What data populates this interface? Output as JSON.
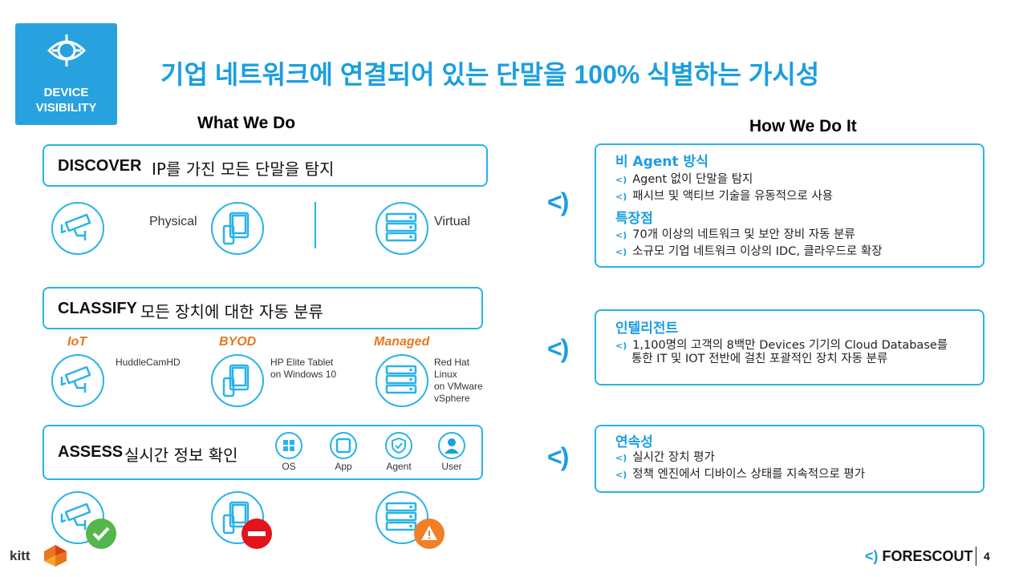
{
  "badge": {
    "line1": "DEVICE",
    "line2": "VISIBILITY"
  },
  "title": "기업 네트워크에 연결되어 있는 단말을 100% 식별하는 가시성",
  "left_heading": "What We Do",
  "right_heading": "How We Do It",
  "discover": {
    "name": "DISCOVER",
    "desc": "IP를 가진 모든 단말을 탐지",
    "physical_label": "Physical",
    "virtual_label": "Virtual"
  },
  "classify": {
    "name": "CLASSIFY",
    "desc": "모든 장치에 대한 자동 분류",
    "categories": [
      {
        "cat": "IoT",
        "lines": [
          "HuddleCamHD"
        ]
      },
      {
        "cat": "BYOD",
        "lines": [
          "HP Elite Tablet",
          "on Windows 10"
        ]
      },
      {
        "cat": "Managed",
        "lines": [
          "Red Hat",
          "Linux",
          "on VMware",
          "vSphere"
        ]
      }
    ]
  },
  "assess": {
    "name": "ASSESS",
    "desc": "실시간 정보 확인",
    "icons": [
      "OS",
      "App",
      "Agent",
      "User"
    ]
  },
  "arrow_glyph": "<)",
  "bullet_glyph": "<)",
  "cards": [
    {
      "sections": [
        {
          "heading": "비 Agent 방식",
          "bullets": [
            "Agent 없이 단말을 탐지",
            "패시브 및 액티브 기술을 유동적으로 사용"
          ]
        },
        {
          "heading": "특장점",
          "bullets": [
            "70개 이상의 네트워크 및 보안 장비 자동 분류",
            "소규모 기업 네트워크 이상의 IDC, 클라우드로 확장"
          ]
        }
      ]
    },
    {
      "sections": [
        {
          "heading": "인텔리전트",
          "bullets": [
            "1,100명의 고객의 8백만 Devices 기기의 Cloud Database를",
            "통한 IT 및 IOT 전반에 걸친 포괄적인 장치 자동 분류"
          ]
        }
      ]
    },
    {
      "sections": [
        {
          "heading": "연속성",
          "bullets": [
            "실시간 장치 평가",
            "정책 엔진에서 디바이스 상태를 지속적으로 평가"
          ]
        }
      ]
    }
  ],
  "footer": {
    "brand": "FORESCOUT",
    "brand_mark": "<)",
    "page": "4",
    "partner": "kitt"
  },
  "colors": {
    "accent": "#1b9ee0",
    "border": "#29b3e8",
    "orange": "#e8761f",
    "ok": "#55b64c",
    "deny": "#e2141b",
    "warn": "#f07f26"
  }
}
